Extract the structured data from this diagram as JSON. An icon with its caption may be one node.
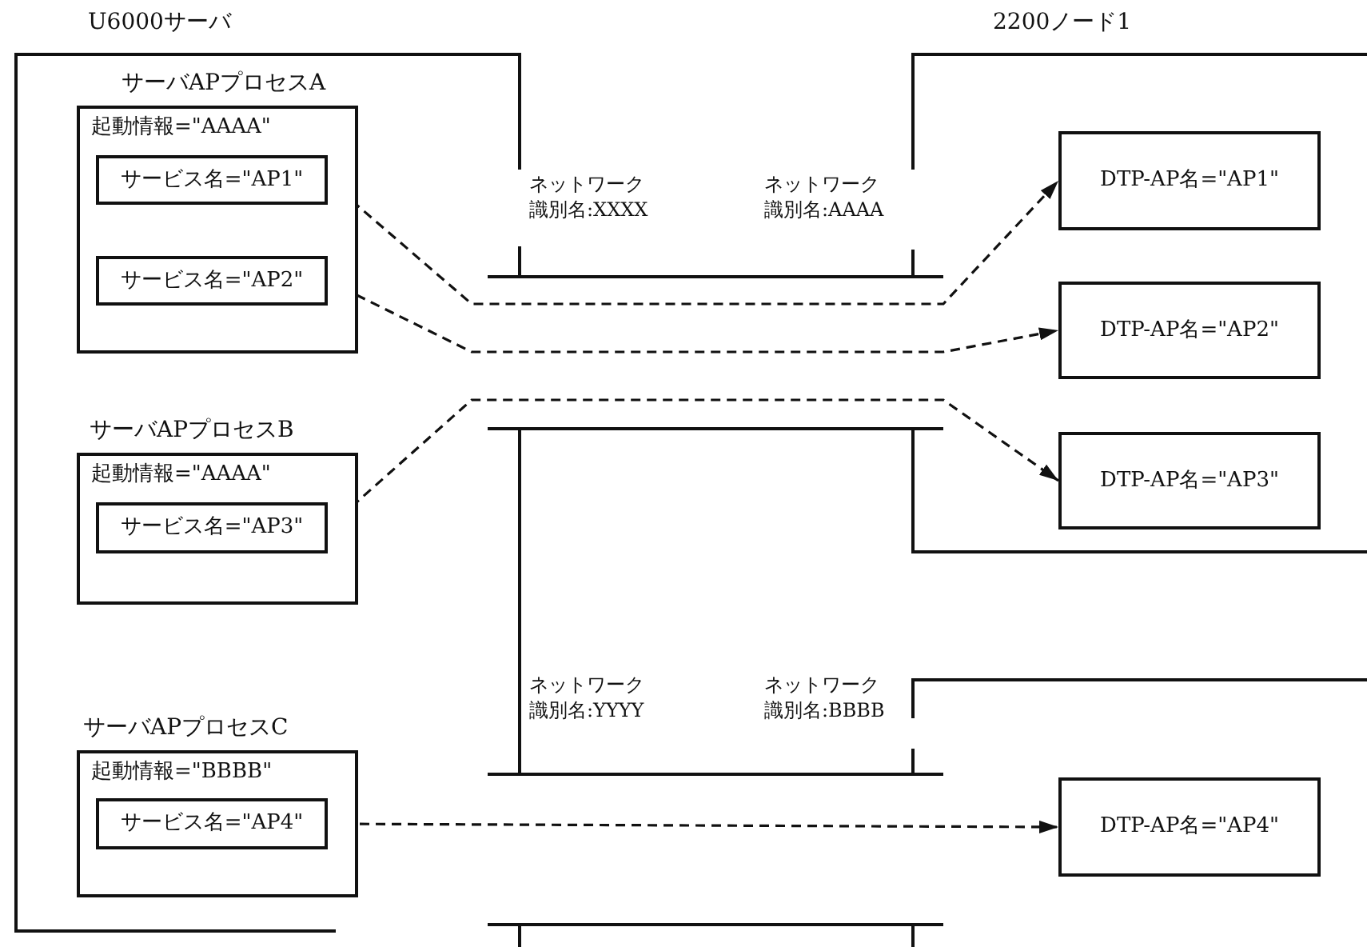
{
  "diagram": {
    "nodes": [
      {
        "text": [
          "U6000サーバ"
        ]
      },
      {
        "text": [
          "サーバAPプロセスA",
          "起動情報=\"AAAA\""
        ],
        "in": 0
      },
      {
        "text": [
          "サービス名=\"AP1\""
        ],
        "in": 1
      },
      {
        "text": [
          "サービス名=\"AP2\""
        ],
        "in": 1
      },
      {
        "text": [
          "サーバAPプロセスB",
          "起動情報=\"AAAA\""
        ],
        "in": 0
      },
      {
        "text": [
          "サービス名=\"AP3\""
        ],
        "in": 4
      },
      {
        "text": [
          "サーバAPプロセスC",
          "起動情報=\"BBBB\""
        ],
        "in": 0
      },
      {
        "text": [
          "サービス名=\"AP4\""
        ],
        "in": 6
      },
      {
        "text": [
          "2200ノード1"
        ]
      },
      {
        "text": [
          "DTP-AP名=\"AP1\""
        ],
        "in": 8
      },
      {
        "text": [
          "DTP-AP名=\"AP2\""
        ],
        "in": 8
      },
      {
        "text": [
          "DTP-AP名=\"AP3\""
        ],
        "in": 8
      },
      {
        "text": [],
        "shape": "box"
      },
      {
        "text": [
          "DTP-AP名=\"AP4\""
        ],
        "in": 12
      }
    ],
    "edges": [
      {
        "from": 2,
        "to": 9,
        "arrow": "both",
        "style": "dashed"
      },
      {
        "from": 3,
        "to": 10,
        "arrow": "both",
        "style": "dashed"
      },
      {
        "from": 5,
        "to": 11,
        "arrow": "both",
        "style": "dashed"
      },
      {
        "from": 7,
        "to": 13,
        "arrow": "both",
        "style": "dashed"
      }
    ],
    "labels": [
      "ネットワーク識別名:XXXX",
      "ネットワーク識別名:AAAA",
      "ネットワーク識別名:YYYY",
      "ネットワーク識別名:BBBB"
    ]
  }
}
